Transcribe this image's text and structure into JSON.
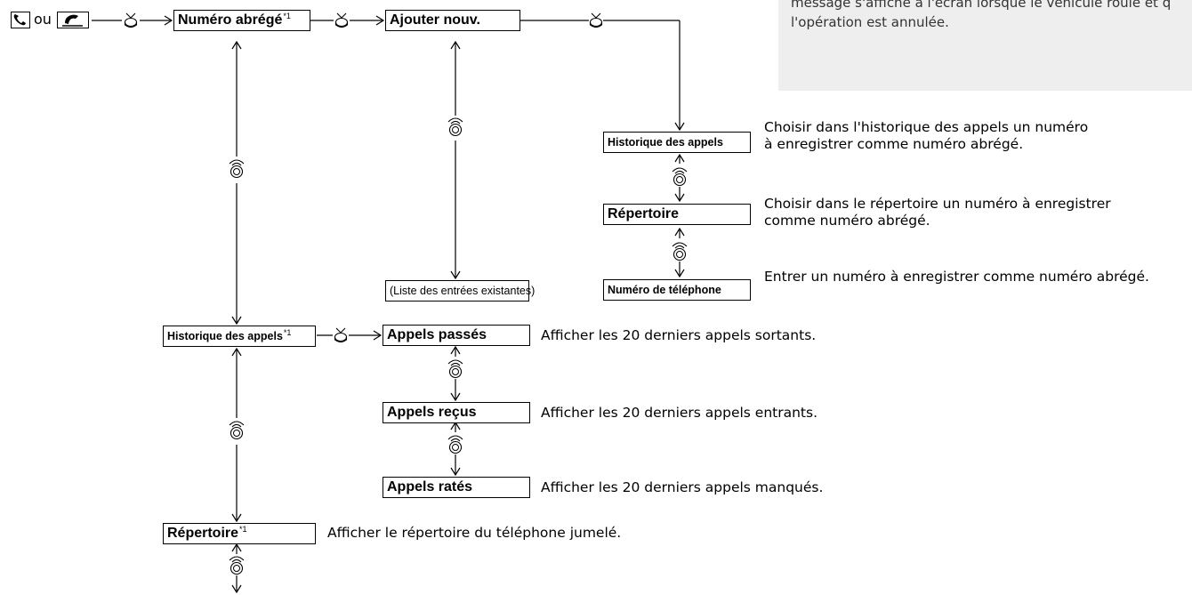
{
  "start": {
    "connector": "ou",
    "icon_left": "phone-icon",
    "icon_right": "phone-handset-icon"
  },
  "boxes": {
    "numero_abrege": {
      "label": "Numéro abrégé",
      "sup": "*1"
    },
    "ajouter_nouv": {
      "label": "Ajouter nouv."
    },
    "historique_sub": {
      "label": "Historique des appels"
    },
    "repertoire_sub": {
      "label": "Répertoire"
    },
    "numero_tel": {
      "label": "Numéro de téléphone"
    },
    "liste": {
      "label": "(Liste des entrées existantes)"
    },
    "historique": {
      "label": "Historique des appels",
      "sup": "*1"
    },
    "appels_passes": {
      "label": "Appels passés"
    },
    "appels_recus": {
      "label": "Appels reçus"
    },
    "appels_rates": {
      "label": "Appels ratés"
    },
    "repertoire": {
      "label": "Répertoire",
      "sup": "*1"
    }
  },
  "descriptions": {
    "historique_sub": [
      "Choisir dans l'historique des appels un numéro",
      "à enregistrer comme numéro abrégé."
    ],
    "repertoire_sub": [
      "Choisir dans le répertoire un numéro à enregistrer",
      "comme numéro abrégé."
    ],
    "numero_tel": "Entrer un numéro à enregistrer comme numéro abrégé.",
    "appels_passes": "Afficher les 20 derniers appels sortants.",
    "appels_recus": "Afficher les 20 derniers appels entrants.",
    "appels_rates": "Afficher les 20 derniers appels manqués.",
    "repertoire": "Afficher le répertoire du téléphone jumelé."
  },
  "note": {
    "lines": [
      "message s'affiche à l'écran lorsque le véhicule roule et q",
      "l'opération est annulée."
    ]
  }
}
